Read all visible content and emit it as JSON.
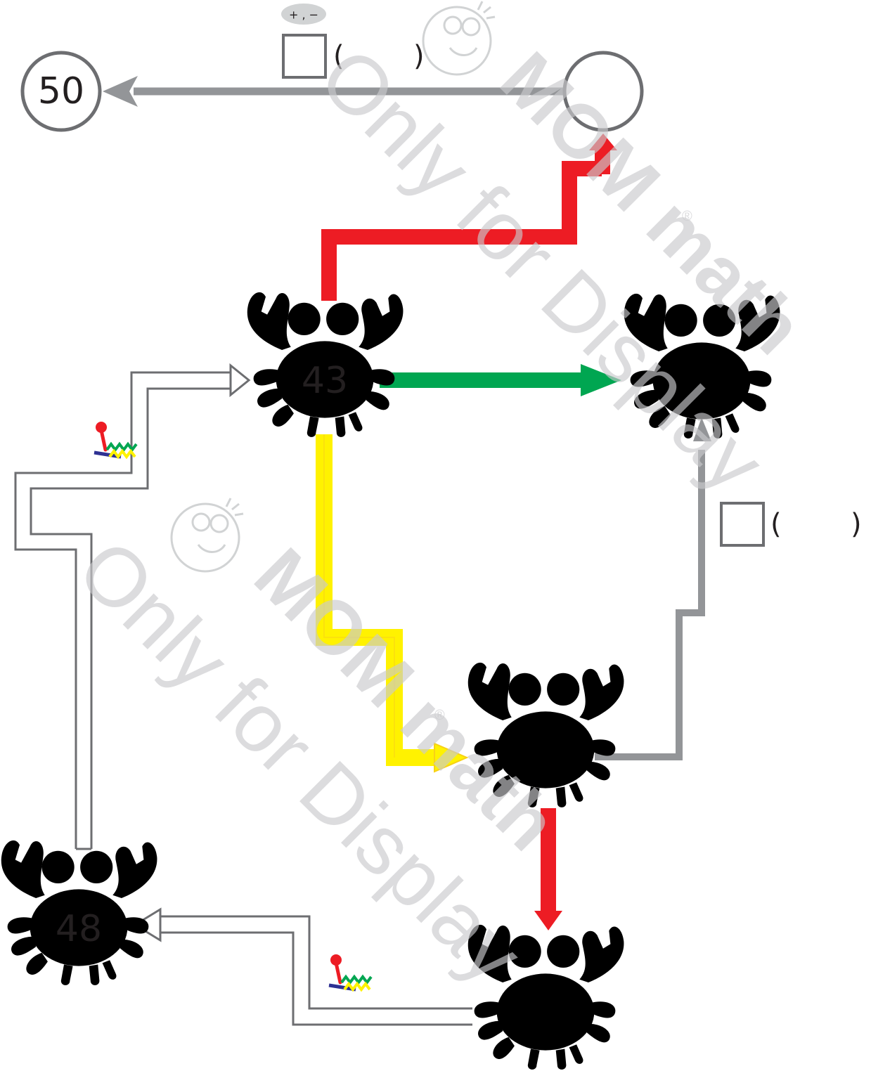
{
  "numbers": {
    "final_circle": "50",
    "crab_start": "43",
    "crab_left": "48",
    "top_circle": "",
    "crab_right_top": "",
    "crab_middle": "",
    "crab_bottom": ""
  },
  "op_badge": "+ , −",
  "parens": {
    "top_open": "(",
    "top_close": ")",
    "right_open": "(",
    "right_close": ")"
  },
  "watermark": {
    "line": "Only for Display",
    "brand": "MOM math",
    "registered": "®"
  },
  "colors": {
    "red": "#ed1c24",
    "green": "#00a651",
    "yellow": "#fff200",
    "gray": "#939598",
    "outline": "#6d6e71"
  },
  "icons": [
    "gear-stick-icon",
    "gear-stick-icon",
    "cartoon-face-watermark-icon"
  ]
}
